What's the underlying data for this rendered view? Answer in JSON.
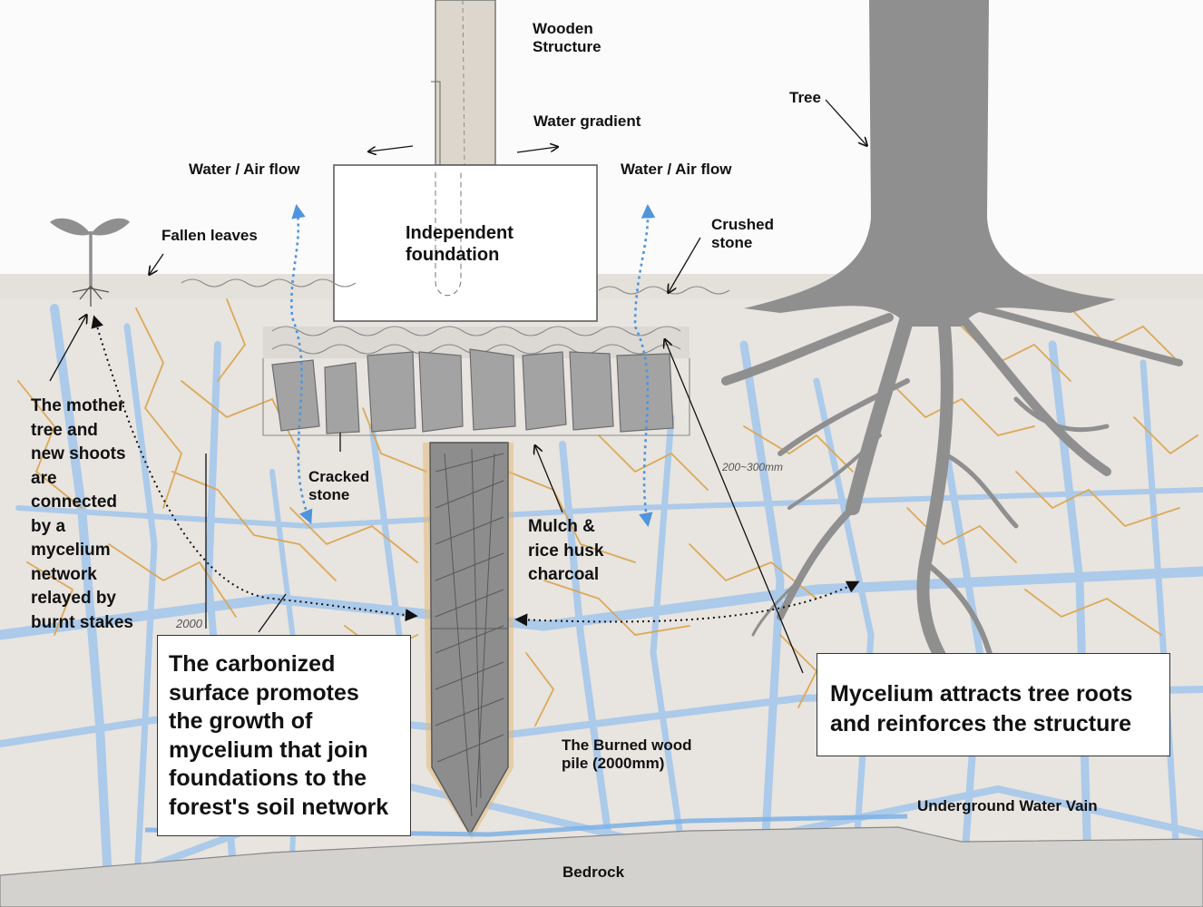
{
  "labels": {
    "wooden_structure": "Wooden\nStructure",
    "water_gradient": "Water gradient",
    "tree": "Tree",
    "water_air_flow_left": "Water / Air flow",
    "water_air_flow_right": "Water / Air flow",
    "fallen_leaves": "Fallen leaves",
    "independent_foundation": "Independent\nfoundation",
    "crushed_stone": "Crushed\nstone",
    "cracked_stone": "Cracked\nstone",
    "mulch": "Mulch &\nrice husk\ncharcoal",
    "mother_tree": "The mother\ntree and\nnew shoots\nare\nconnected\nby a\nmycelium\nnetwork\nrelayed by\nburnt stakes",
    "burned_pile": "The Burned wood\npile (2000mm)",
    "underground_water": "Underground Water Vain",
    "bedrock": "Bedrock",
    "sketch_2000": "2000",
    "sketch_dim": "200~300mm"
  },
  "callouts": {
    "carbonized": "The carbonized\nsurface promotes\nthe growth of\nmycelium that join\nfoundations to the\nforest's soil network",
    "mycelium": "Mycelium attracts tree roots\nand reinforces the structure"
  },
  "colors": {
    "soil": "#e4e0da",
    "tree": "#8f8f8f",
    "stone": "#a3a3a3",
    "pile": "#8d8d8d",
    "mycelium": "#dba651",
    "water": "#a6c8ec",
    "flow_arrow": "#4f95dd",
    "bedrock": "#d3d2cf"
  }
}
